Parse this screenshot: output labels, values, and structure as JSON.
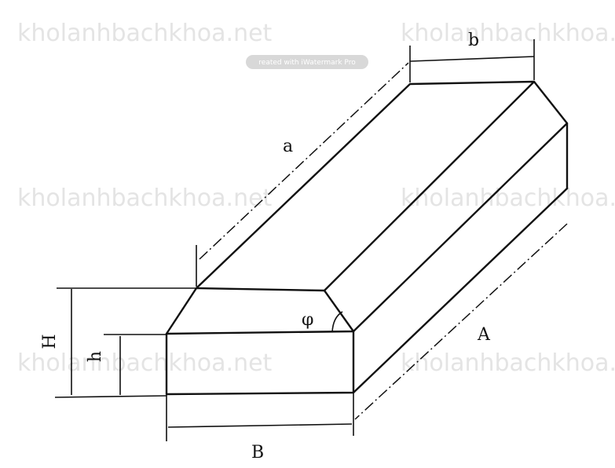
{
  "watermark": {
    "site_text": "kholanhbachkhoa.net",
    "badge_text": "reated with iWatermark Pro"
  },
  "labels": {
    "top_length": "a",
    "top_width": "b",
    "bottom_length": "A",
    "bottom_width": "B",
    "total_height": "H",
    "base_height": "h",
    "slope_angle": "φ"
  }
}
